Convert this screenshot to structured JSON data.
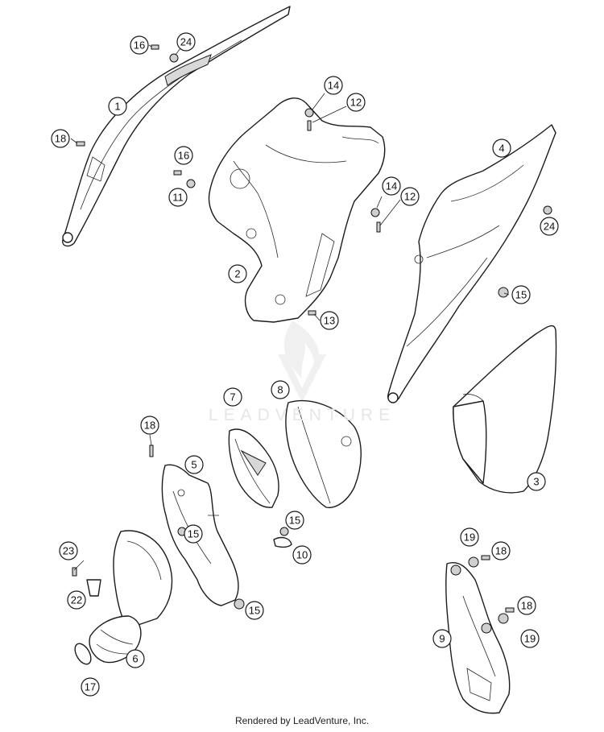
{
  "watermark": {
    "text": "LEADVENTURE"
  },
  "footer": {
    "credit": "Rendered by LeadVenture, Inc."
  },
  "callouts": [
    {
      "label": "1"
    },
    {
      "label": "2"
    },
    {
      "label": "3"
    },
    {
      "label": "4"
    },
    {
      "label": "5"
    },
    {
      "label": "6"
    },
    {
      "label": "7"
    },
    {
      "label": "8"
    },
    {
      "label": "9"
    },
    {
      "label": "10"
    },
    {
      "label": "11"
    },
    {
      "label": "12"
    },
    {
      "label": "12"
    },
    {
      "label": "13"
    },
    {
      "label": "14"
    },
    {
      "label": "14"
    },
    {
      "label": "15"
    },
    {
      "label": "15"
    },
    {
      "label": "15"
    },
    {
      "label": "15"
    },
    {
      "label": "16"
    },
    {
      "label": "16"
    },
    {
      "label": "17"
    },
    {
      "label": "18"
    },
    {
      "label": "18"
    },
    {
      "label": "18"
    },
    {
      "label": "18"
    },
    {
      "label": "19"
    },
    {
      "label": "19"
    },
    {
      "label": "22"
    },
    {
      "label": "23"
    },
    {
      "label": "24"
    },
    {
      "label": "24"
    }
  ]
}
